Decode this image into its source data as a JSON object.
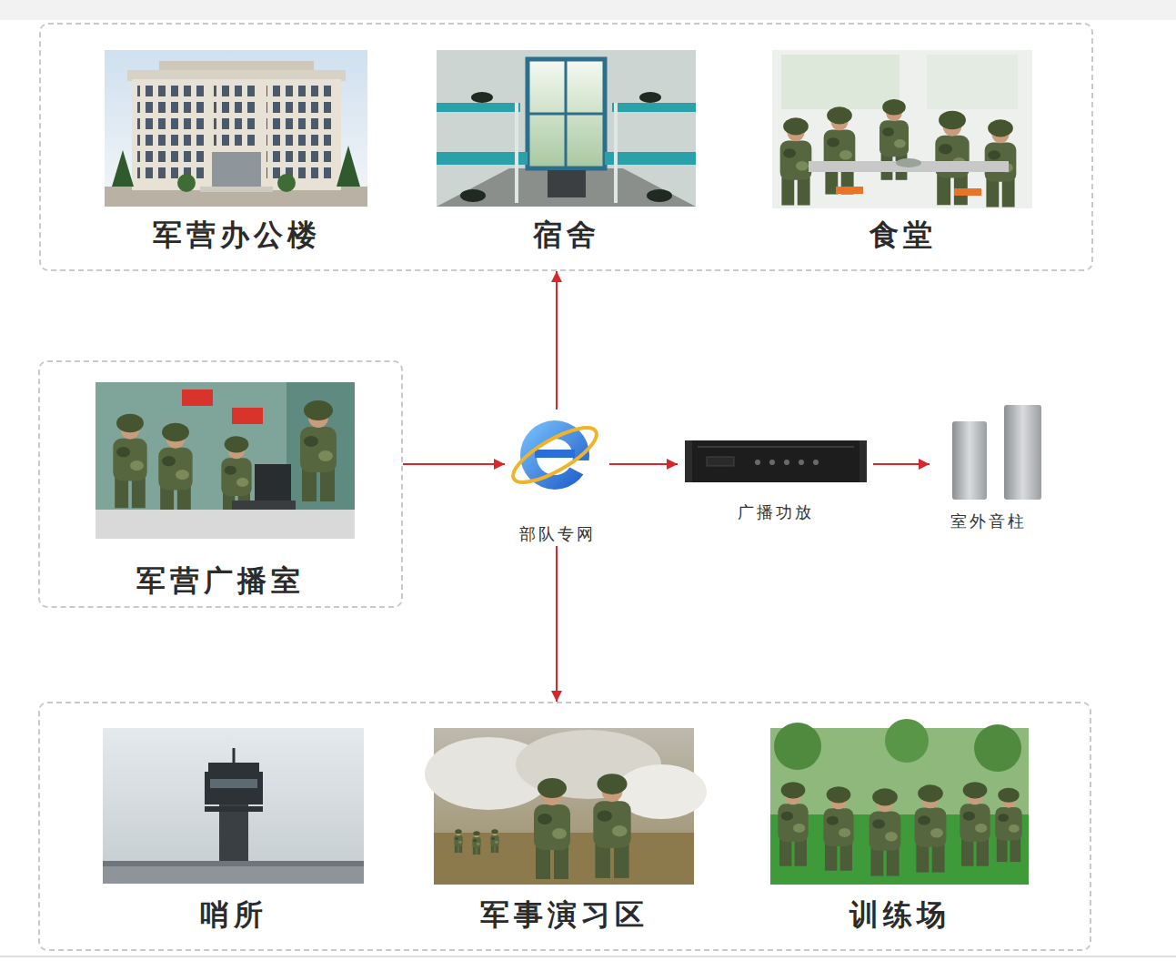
{
  "diagram": {
    "nodes": [
      {
        "text": []
      },
      {
        "text": [
          "军营办公楼"
        ],
        "in": 0
      },
      {
        "text": [
          "宿舍"
        ],
        "in": 0
      },
      {
        "text": [
          "食堂"
        ],
        "in": 0
      },
      {
        "text": [
          "军营广播室"
        ]
      },
      {
        "text": [
          "部队专网"
        ]
      },
      {
        "text": [
          "广播功放"
        ]
      },
      {
        "text": [
          "室外音柱"
        ]
      },
      {
        "text": []
      },
      {
        "text": [
          "哨所"
        ],
        "in": 8
      },
      {
        "text": [
          "军事演习区"
        ],
        "in": 8
      },
      {
        "text": [
          "训练场"
        ],
        "in": 8
      }
    ],
    "edges": [
      {
        "from": 4,
        "to": 5,
        "arrow": "to"
      },
      {
        "from": 5,
        "to": 0,
        "arrow": "to"
      },
      {
        "from": 5,
        "to": 6,
        "arrow": "to"
      },
      {
        "from": 6,
        "to": 7,
        "arrow": "to"
      },
      {
        "from": 5,
        "to": 8,
        "arrow": "to"
      }
    ]
  }
}
